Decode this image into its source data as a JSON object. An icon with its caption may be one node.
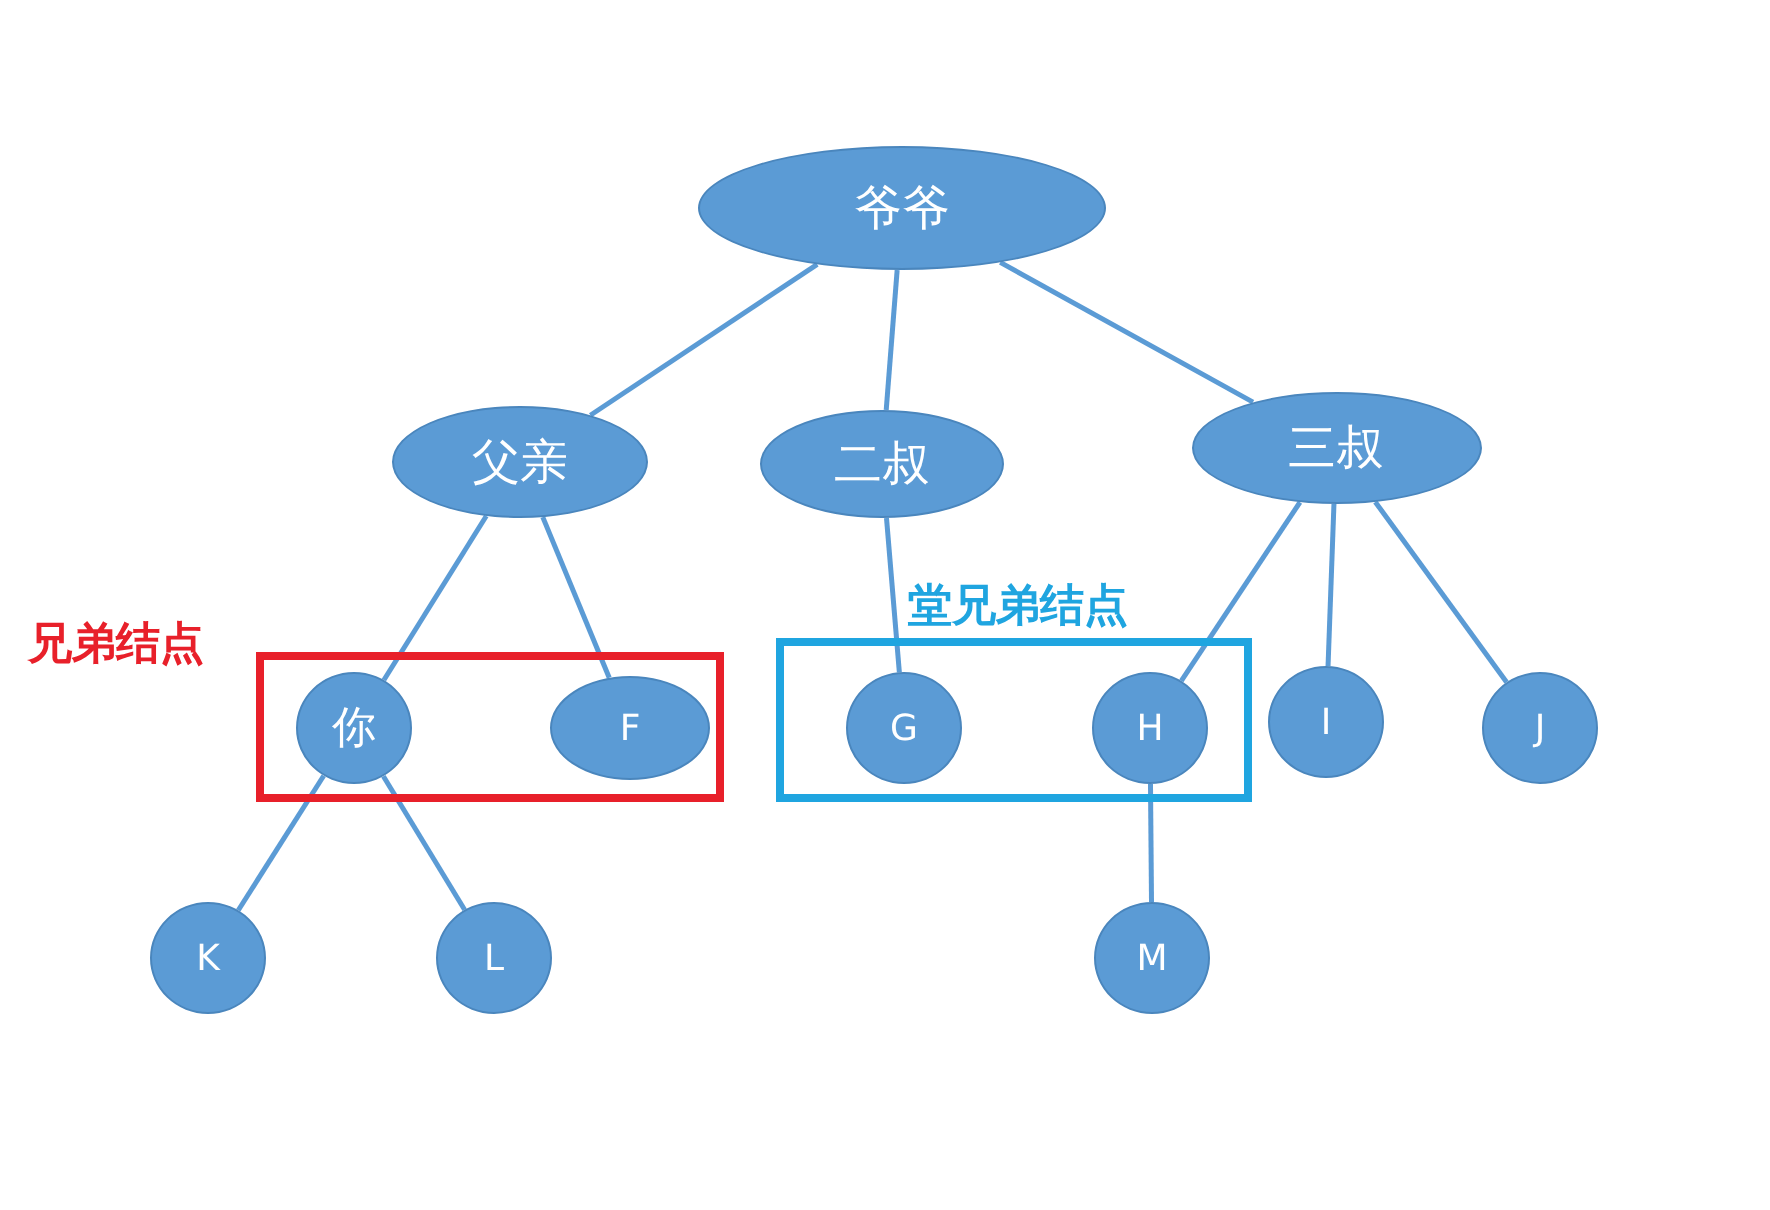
{
  "diagram": {
    "nodes": [
      {
        "text": [
          "爷爷"
        ]
      },
      {
        "text": [
          "父亲"
        ]
      },
      {
        "text": [
          "二叔"
        ]
      },
      {
        "text": [
          "三叔"
        ]
      },
      {
        "text": [
          "兄弟结点"
        ]
      },
      {
        "text": [
          "你"
        ],
        "in": 4
      },
      {
        "text": [
          "F"
        ],
        "in": 4
      },
      {
        "text": [
          "堂兄弟结点"
        ]
      },
      {
        "text": [
          "G"
        ],
        "in": 7
      },
      {
        "text": [
          "H"
        ],
        "in": 7
      },
      {
        "text": [
          "I"
        ]
      },
      {
        "text": [
          "J"
        ]
      },
      {
        "text": [
          "K"
        ]
      },
      {
        "text": [
          "L"
        ]
      },
      {
        "text": [
          "M"
        ]
      }
    ],
    "edges": [
      {
        "from": 0,
        "to": 1,
        "arrow": "none"
      },
      {
        "from": 0,
        "to": 2,
        "arrow": "none"
      },
      {
        "from": 0,
        "to": 3,
        "arrow": "none"
      },
      {
        "from": 1,
        "to": 5,
        "arrow": "none"
      },
      {
        "from": 1,
        "to": 6,
        "arrow": "none"
      },
      {
        "from": 2,
        "to": 8,
        "arrow": "none"
      },
      {
        "from": 3,
        "to": 9,
        "arrow": "none"
      },
      {
        "from": 3,
        "to": 10,
        "arrow": "none"
      },
      {
        "from": 3,
        "to": 11,
        "arrow": "none"
      },
      {
        "from": 5,
        "to": 12,
        "arrow": "none"
      },
      {
        "from": 5,
        "to": 13,
        "arrow": "none"
      },
      {
        "from": 9,
        "to": 14,
        "arrow": "none"
      }
    ]
  }
}
